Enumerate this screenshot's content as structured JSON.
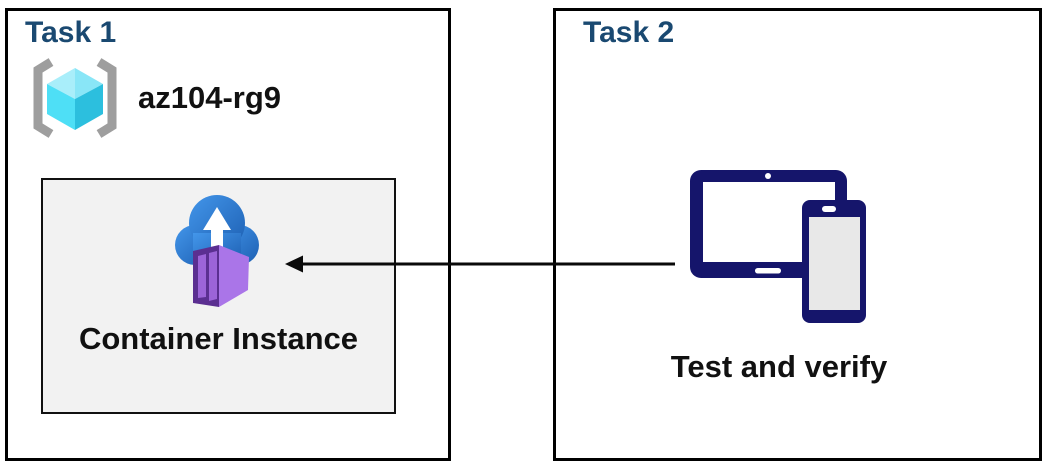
{
  "page": {
    "task1": {
      "title": "Task 1",
      "resource_group_label": "az104-rg9",
      "container_instance_label": "Container Instance"
    },
    "task2": {
      "title": "Task 2",
      "device_label": "Test and verify"
    },
    "icons": {
      "resource_group": "resource-group-icon",
      "container_instance": "container-instance-icon",
      "devices": "tablet-and-phone-icon",
      "arrow": "arrow-left-icon"
    },
    "colors": {
      "heading_navy": "#1A4971",
      "body_text": "#111111",
      "box_border": "#000000",
      "inner_box_bg": "#F2F2F2",
      "device_navy": "#15156B",
      "cloud_blue_start": "#4396EA",
      "cloud_blue_end": "#1D5FB2",
      "container_frame_purple": "#5B2F91",
      "container_panel_purple": "#9C64D8",
      "container_side_purple": "#AA75E8",
      "bracket_gray": "#9E9E9E",
      "cube_top_left": "#A9EEFA",
      "cube_top_right": "#89E6F7",
      "cube_bottom_left": "#4EDFF6",
      "cube_bottom_right": "#2CBFDE",
      "arrow_black": "#0A0A0A"
    }
  }
}
